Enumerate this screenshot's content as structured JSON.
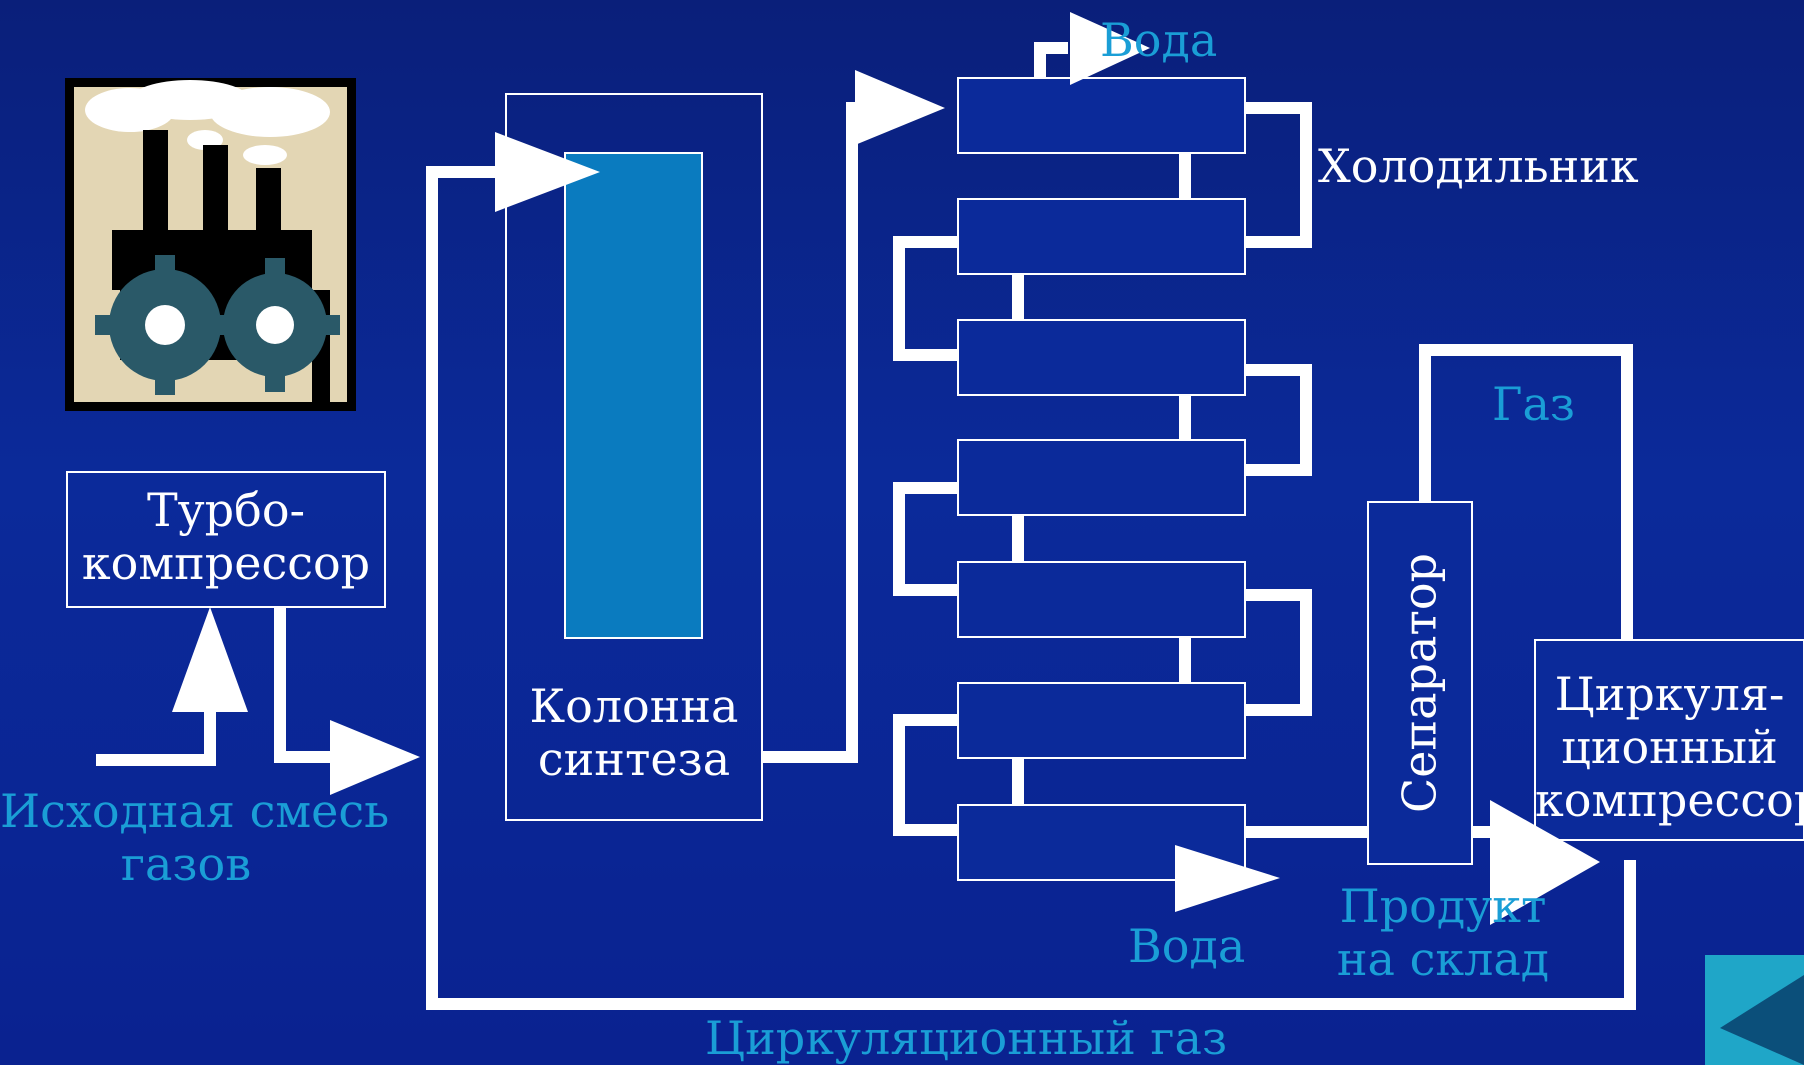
{
  "colors": {
    "background": "#0b2a9a",
    "line": "#ffffff",
    "label_accent": "#1a9ed6",
    "catalyst_fill": "#0a7bbf",
    "logo_bg": "#e3d6b4",
    "logo_gear": "#2a5968",
    "back_button": "#1fa6c8"
  },
  "labels": {
    "water_top": "Вода",
    "cooler": "Холодильник",
    "turbo_line1": "Турбо-",
    "turbo_line2": "компрессор",
    "column_line1": "Колонна",
    "column_line2": "синтеза",
    "gas": "Газ",
    "separator": "Сепаратор",
    "circ_comp_line1": "Циркуля-",
    "circ_comp_line2": "ционный",
    "circ_comp_line3": "компрессор",
    "feed_line1": "Исходная смесь",
    "feed_line2": "газов",
    "water_bottom": "Вода",
    "product_line1": "Продукт",
    "product_line2": "на склад",
    "circ_gas": "Циркуляционный газ"
  },
  "icons": {
    "logo": "factory-gears-icon",
    "back": "back-arrow-icon"
  }
}
